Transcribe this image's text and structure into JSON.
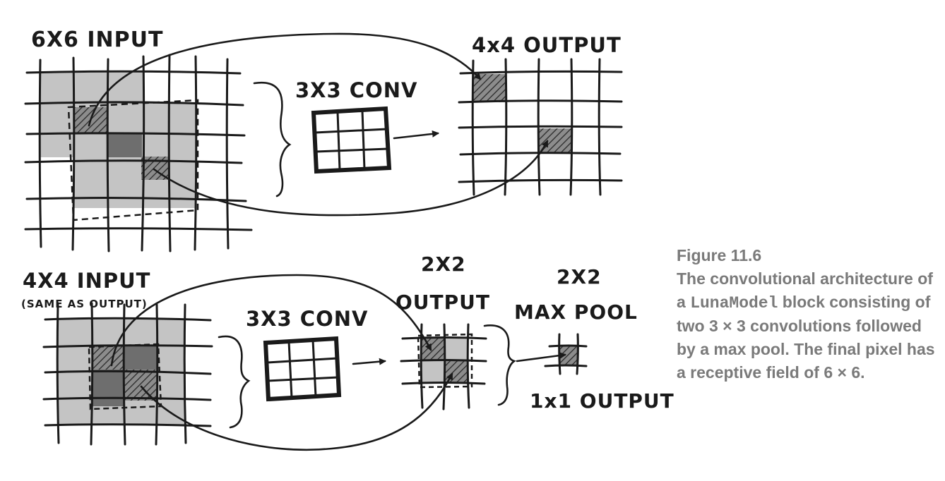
{
  "colors": {
    "ink": "#1a1a1a",
    "light_fill": "#c4c4c4",
    "dark_fill": "#6e6e6e",
    "hatch_fill": "#8c8c8c",
    "caption_text": "#7a7a7a"
  },
  "top": {
    "input_label": "6X6 INPUT",
    "conv_label": "3X3 CONV",
    "output_label": "4x4 OUTPUT"
  },
  "bottom": {
    "input_label": "4X4 INPUT",
    "input_sublabel": "(SAME AS OUTPUT)",
    "conv_label": "3X3 CONV",
    "output_label_line1": "2X2",
    "output_label_line2": "OUTPUT",
    "pool_label_line1": "2X2",
    "pool_label_line2": "MAX POOL",
    "final_label": "1x1 OUTPUT"
  },
  "caption": {
    "figure_number": "Figure 11.6",
    "text_before_code": "The convolutional architecture of a ",
    "code": "LunaModel",
    "text_after_code": " block consisting of two 3 × 3 convolutions followed by a max pool. The final pixel has a receptive field of 6 × 6."
  }
}
